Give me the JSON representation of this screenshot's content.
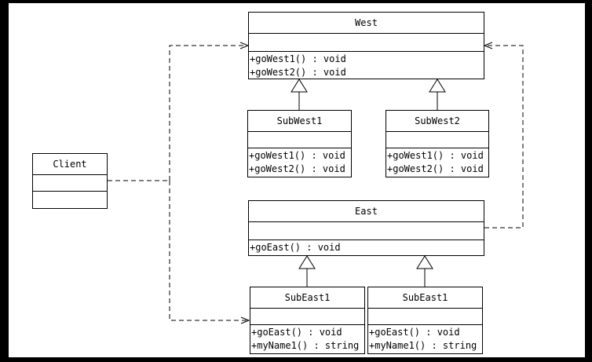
{
  "classes": {
    "client": {
      "name": "Client"
    },
    "west": {
      "name": "West",
      "ops": [
        "+goWest1() : void",
        "+goWest2() : void"
      ]
    },
    "subwest1": {
      "name": "SubWest1",
      "ops": [
        "+goWest1() : void",
        "+goWest2() : void"
      ]
    },
    "subwest2": {
      "name": "SubWest2",
      "ops": [
        "+goWest1() : void",
        "+goWest2() : void"
      ]
    },
    "east": {
      "name": "East",
      "ops": [
        "+goEast() : void"
      ]
    },
    "subeast1": {
      "name": "SubEast1",
      "ops": [
        "+goEast() : void",
        "+myName1() : string"
      ]
    },
    "subeast2": {
      "name": "SubEast1",
      "ops": [
        "+goEast() : void",
        "+myName1() : string"
      ]
    }
  }
}
